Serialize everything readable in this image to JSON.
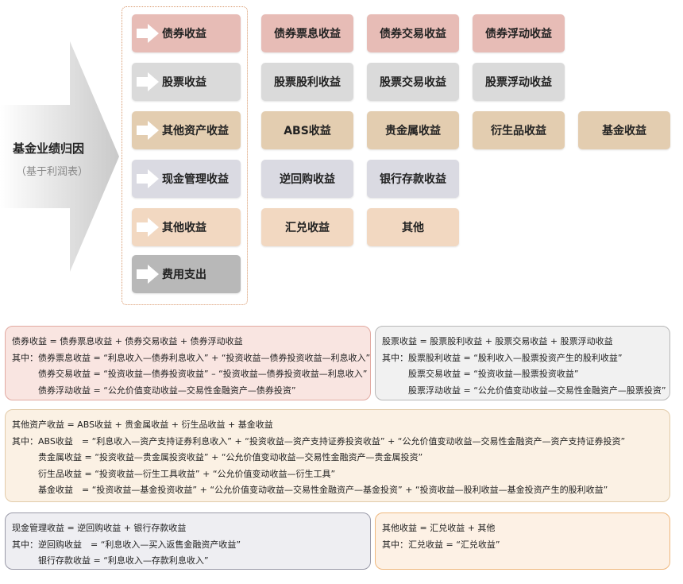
{
  "title": "基金业绩归因",
  "subtitle": "（基于利润表）",
  "rows": [
    {
      "lead": "债券收益",
      "items": [
        "债券票息收益",
        "债券交易收益",
        "债券浮动收益"
      ]
    },
    {
      "lead": "股票收益",
      "items": [
        "股票股利收益",
        "股票交易收益",
        "股票浮动收益"
      ]
    },
    {
      "lead": "其他资产收益",
      "items": [
        "ABS收益",
        "贵金属收益",
        "衍生品收益",
        "基金收益"
      ]
    },
    {
      "lead": "现金管理收益",
      "items": [
        "逆回购收益",
        "银行存款收益"
      ]
    },
    {
      "lead": "其他收益",
      "items": [
        "汇兑收益",
        "其他"
      ]
    },
    {
      "lead": "费用支出",
      "items": []
    }
  ],
  "panels": {
    "bond": [
      "债券收益 = 债券票息收益 + 债券交易收益 + 债券浮动收益",
      "其中：债券票息收益 = “利息收入—债券利息收入” + “投资收益—债券投资收益—利息收入”",
      "　　　债券交易收益 = “投资收益—债券投资收益” – “投资收益—债券投资收益—利息收入”",
      "　　　债券浮动收益 = “公允价值变动收益—交易性金融资产—债券投资”"
    ],
    "stock": [
      "股票收益 = 股票股利收益 + 股票交易收益 + 股票浮动收益",
      "其中：股票股利收益 = “股利收入—股票投资产生的股利收益”",
      "　　　股票交易收益 = “投资收益—股票投资收益”",
      "　　　股票浮动收益 = “公允价值变动收益—交易性金融资产—股票投资”"
    ],
    "other": [
      "其他资产收益 = ABS收益 + 贵金属收益 + 衍生品收益 + 基金收益",
      "其中：ABS收益　= “利息收入—资产支持证券利息收入” + “投资收益—资产支持证券投资收益” + “公允价值变动收益—交易性金融资产—资产支持证券投资”",
      "　　　贵金属收益 = “投资收益—贵金属投资收益” + “公允价值变动收益—交易性金融资产—贵金属投资”",
      "　　　衍生品收益 = “投资收益—衍生工具收益” + “公允价值变动收益—衍生工具”",
      "　　　基金收益　= “投资收益—基金投资收益” + “公允价值变动收益—交易性金融资产—基金投资” + “投资收益—股利收益—基金投资产生的股利收益”"
    ],
    "cash": [
      "现金管理收益 = 逆回购收益 + 银行存款收益",
      "其中：逆回购收益　= “利息收入—买入返售金融资产收益”",
      "　　　银行存款收益 = “利息收入—存款利息收入”"
    ],
    "oinc": [
      "其他收益 = 汇兑收益 + 其他",
      "其中：汇兑收益 = “汇兑收益”"
    ]
  }
}
